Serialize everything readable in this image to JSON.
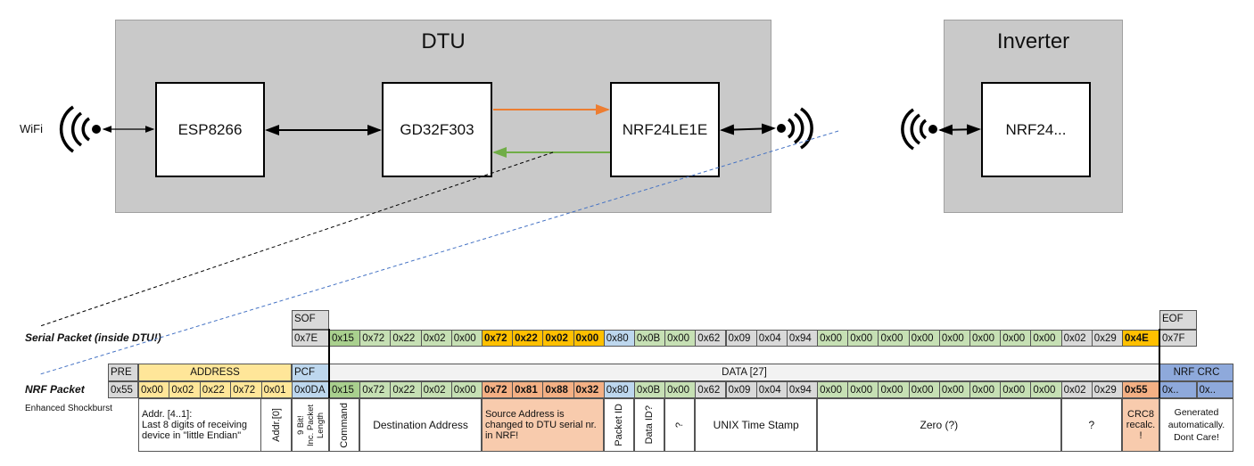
{
  "dtu": {
    "title": "DTU",
    "chips": [
      "ESP8266",
      "GD32F303",
      "NRF24LE1E"
    ]
  },
  "inverter": {
    "title": "Inverter",
    "chip": "NRF24..."
  },
  "wifi_label": "WiFi",
  "icons": {
    "antenna": "wireless-antenna-icon"
  },
  "arrow_colors": {
    "tx": "#ed7d31",
    "rx": "#70ad47",
    "serial_link": "#000000",
    "nrf_link": "#4472c4"
  },
  "colors": {
    "command": "#a9d08e",
    "data": "#c6e0b4",
    "source_serial": "#ffc000",
    "source_nrf": "#f4b084",
    "packet_id": "#bdd7ee",
    "unknown": "#d9d9d9",
    "address": "#ffe699",
    "pcf": "#bdd7ee",
    "nrf_crc": "#8ea9db",
    "data_header": "#f2f2f2",
    "frame": "#d9d9d9",
    "crc_desc": "#f8cbad"
  },
  "serial": {
    "label": "Serial Packet (inside DTU!)",
    "sof_header": "SOF",
    "sof": "0x7E",
    "eof_header": "EOF",
    "eof": "0x7F",
    "data": [
      "0x15",
      "0x72",
      "0x22",
      "0x02",
      "0x00",
      "0x72",
      "0x22",
      "0x02",
      "0x00",
      "0x80",
      "0x0B",
      "0x00",
      "0x62",
      "0x09",
      "0x04",
      "0x94",
      "0x00",
      "0x00",
      "0x00",
      "0x00",
      "0x00",
      "0x00",
      "0x00",
      "0x00",
      "0x02",
      "0x29",
      "0x4E"
    ]
  },
  "nrf": {
    "label": "NRF Packet",
    "sublabel": "Enhanced Shockburst",
    "pre_header": "PRE",
    "pre": "0x55",
    "address_header": "ADDRESS",
    "address": [
      "0x00",
      "0x02",
      "0x22",
      "0x72",
      "0x01"
    ],
    "pcf_header": "PCF",
    "pcf": "0x0DA",
    "data_header": "DATA [27]",
    "data": [
      "0x15",
      "0x72",
      "0x22",
      "0x02",
      "0x00",
      "0x72",
      "0x81",
      "0x88",
      "0x32",
      "0x80",
      "0x0B",
      "0x00",
      "0x62",
      "0x09",
      "0x04",
      "0x94",
      "0x00",
      "0x00",
      "0x00",
      "0x00",
      "0x00",
      "0x00",
      "0x00",
      "0x00",
      "0x02",
      "0x29",
      "0x55"
    ],
    "crc_header": "NRF CRC",
    "crc": [
      "0x..",
      "0x.."
    ]
  },
  "descriptions": {
    "addr41": [
      "Addr. [4..1]:",
      "Last 8 digits of receiving",
      "device in \"little Endian\""
    ],
    "addr0": "Addr.[0]",
    "pcf": [
      "9 Bit!",
      "Inc. Packet",
      "Length"
    ],
    "command": "Command",
    "dest": "Destination Address",
    "source": "Source Address is changed to DTU serial nr. in NRF!",
    "packet_id": "Packet ID",
    "data_id": "Data ID?",
    "q1": "?",
    "unix": "UNIX Time Stamp",
    "zero": "Zero (?)",
    "q2": "?",
    "crc8": [
      "CRC8",
      "recalc.",
      "!"
    ],
    "crc_gen": [
      "Generated",
      "automatically.",
      "Dont Care!"
    ]
  }
}
